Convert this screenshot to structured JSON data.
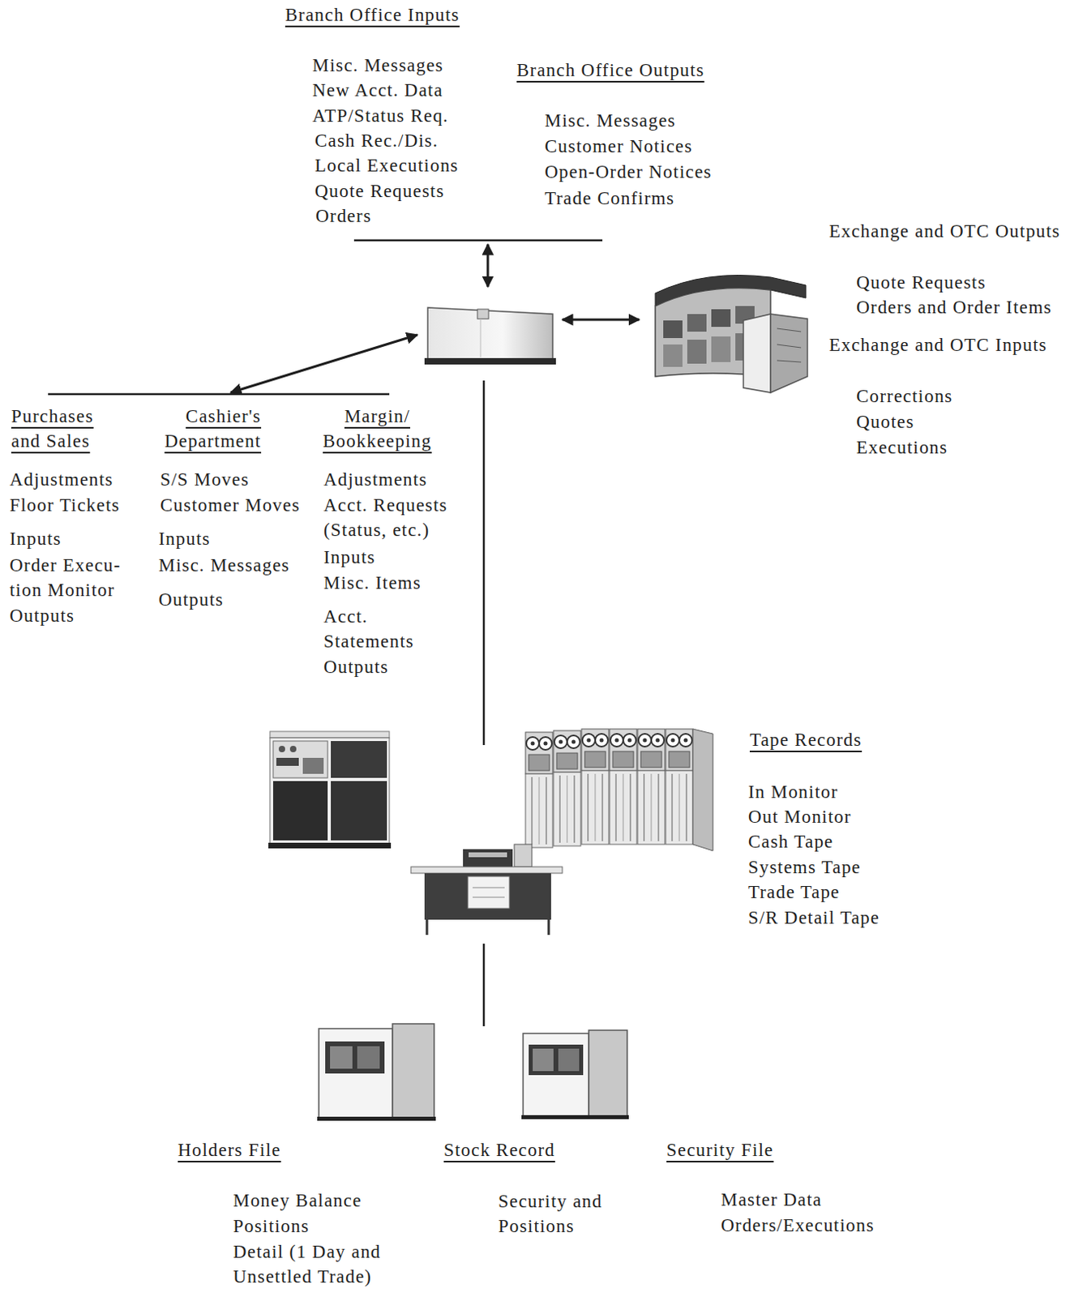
{
  "diagram": {
    "labels": [
      "Branch Office Inputs",
      "Misc. Messages",
      "New Acct. Data",
      "ATP/Status Req.",
      "Cash Rec./Dis.",
      "Local Executions",
      "Quote Requests",
      "Orders",
      "Branch Office Outputs",
      "Misc. Messages",
      "Customer Notices",
      "Open-Order Notices",
      "Trade Confirms",
      "Exchange and OTC Outputs",
      "Quote Requests",
      "Orders and Order Items",
      "Exchange and OTC Inputs",
      "Corrections",
      "Quotes",
      "Executions",
      "Purchases and Sales",
      "Adjustments",
      "Floor Tickets",
      "Inputs",
      "Order Execu- tion Monitor",
      "Outputs",
      "Cashier's Department",
      "S/S Moves",
      "Customer Moves",
      "Inputs",
      "Misc. Messages",
      "Outputs",
      "Margin/ Bookkeeping",
      "Adjustments",
      "Acct. Requests (Status, etc.)",
      "Inputs",
      "Misc. Items",
      "Acct. Statements",
      "Outputs",
      "Tape Records",
      "In Monitor",
      "Out Monitor",
      "Cash Tape",
      "Systems Tape",
      "Trade Tape",
      "S/R Detail Tape",
      "Holders File",
      "Money Balance",
      "Positions",
      "Detail (1 Day and Unsettled Trade)",
      "Stock Record",
      "Security and Positions",
      "Security File",
      "Master Data",
      "Orders/Executions"
    ]
  }
}
